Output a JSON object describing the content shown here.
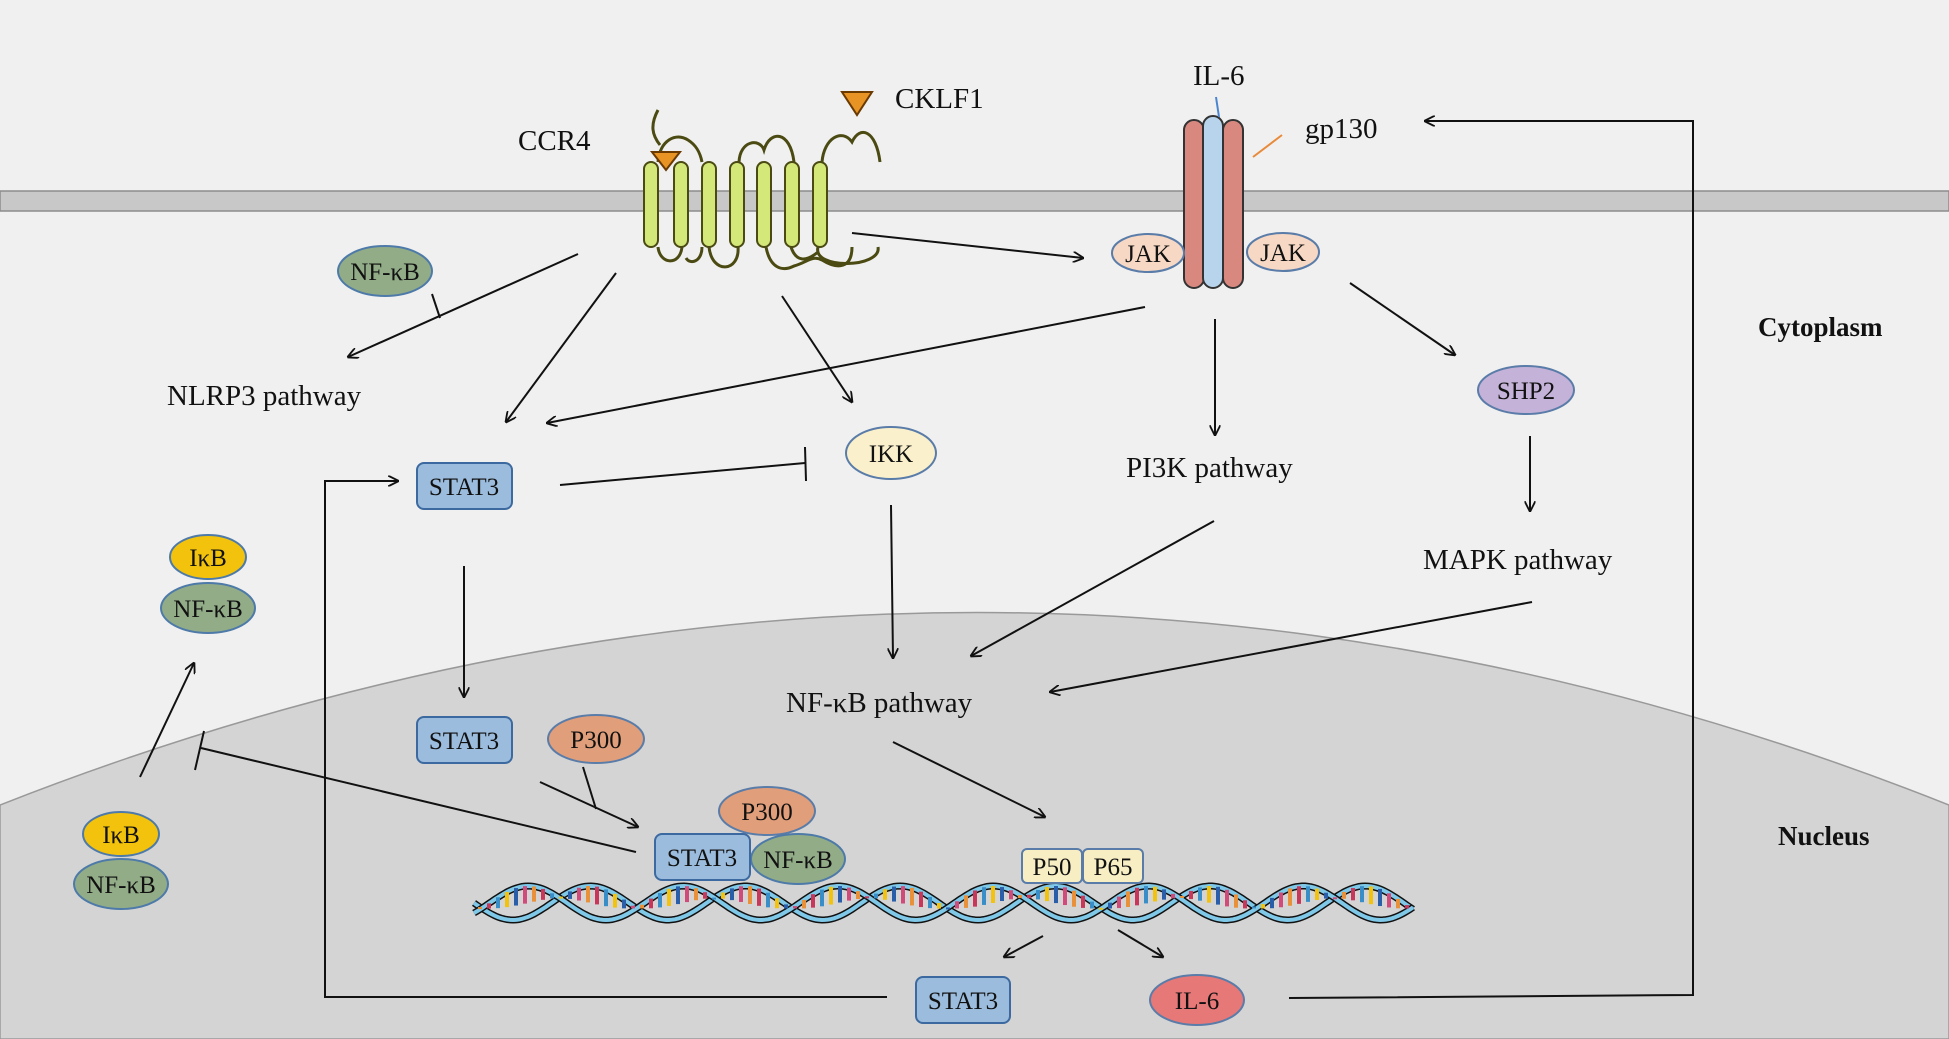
{
  "labels": {
    "ccr4": "CCR4",
    "cklf1": "CKLF1",
    "il6_top": "IL-6",
    "gp130": "gp130",
    "cytoplasm": "Cytoplasm",
    "nucleus": "Nucleus",
    "nlrp3": "NLRP3 pathway",
    "pi3k": "PI3K pathway",
    "mapk": "MAPK pathway",
    "nfkb_pathway": "NF-κB pathway"
  },
  "nodes": {
    "jak_left": "JAK",
    "jak_right": "JAK",
    "nfkb_top": "NF-κB",
    "shp2": "SHP2",
    "ikk": "IKK",
    "stat3_cyto": "STAT3",
    "ikb_cyto": "IκB",
    "nfkb_cyto": "NF-κB",
    "stat3_nuc": "STAT3",
    "p300_nuc": "P300",
    "ikb_nuc": "IκB",
    "nfkb_nuc": "NF-κB",
    "p300_dna": "P300",
    "stat3_dna": "STAT3",
    "nfkb_dna": "NF-κB",
    "p50": "P50",
    "p65": "P65",
    "stat3_bottom": "STAT3",
    "il6_bottom": "IL-6"
  },
  "colors": {
    "background": "#f0f0f0",
    "nucleus": "#d4d4d4",
    "membrane": "#c8c8c8",
    "receptor_green": "#d4e87a",
    "receptor_red": "#d98880",
    "receptor_blue": "#b8d4ec",
    "stat3": "#9bbcdc",
    "nfkb": "#92ac88",
    "ikb": "#f2c20c",
    "p300": "#e09e7a",
    "shp2": "#c4b2d8",
    "ikk": "#faf0cc",
    "jak": "#f6d8c4",
    "p50_p65": "#f8eec4",
    "il6": "#e67878",
    "ligand": "#e89424",
    "dna_strand": "#7fc8e8"
  }
}
